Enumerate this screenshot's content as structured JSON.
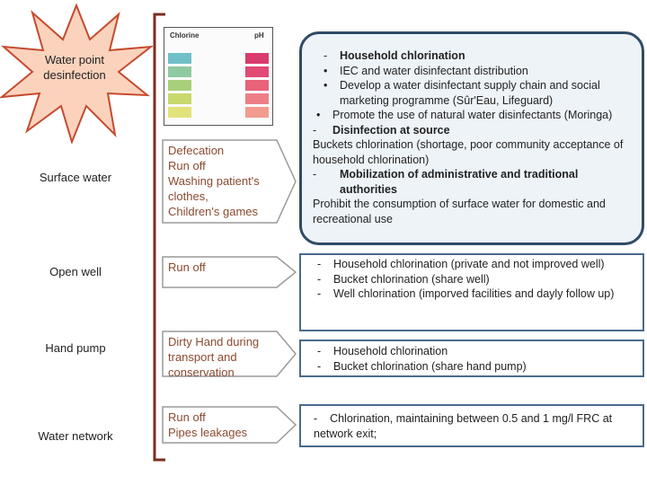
{
  "disinfection_label": "Water point desinfection",
  "sources": [
    "Surface water",
    "Open well",
    "Hand pump",
    "Water network"
  ],
  "test_kit": {
    "left_header": "Chlorine",
    "right_header": "pH",
    "swatches_left": [
      "#6fbfc8",
      "#8fc9a0",
      "#a8cf7a",
      "#c8d86c",
      "#e2e27a"
    ],
    "swatches_right": [
      "#d93b6e",
      "#e04a73",
      "#e8627a",
      "#ee7f86",
      "#f29c8f"
    ]
  },
  "causes": [
    {
      "text": "Defecation\nRun off\nWashing patient's\nclothes,\nChildren's games"
    },
    {
      "text": "Run off"
    },
    {
      "text": "Dirty Hand during\ntransport and\nconservation"
    },
    {
      "text": "Run off\nPipes leakages"
    }
  ],
  "panels": {
    "surface": {
      "l1": "Household chlorination",
      "l2": "IEC and water disinfectant distribution",
      "l3": "Develop a water disinfectant supply chain and social marketing programme (Sûr'Eau, Lifeguard)",
      "l4": "Promote the use of natural water disinfectants (Moringa)",
      "l5": "Disinfection at source",
      "l6": "Buckets chlorination (shortage, poor community acceptance of household chlorination)",
      "l7": "Mobilization of administrative and traditional authorities",
      "l8": "Prohibit the consumption of surface water for domestic and recreational use"
    },
    "open_well": {
      "l1": "Household chlorination (private and not improved well)",
      "l2": "Bucket chlorination (share well)",
      "l3": "Well chlorination (imporved facilities and dayly follow up)"
    },
    "hand_pump": {
      "l1": "Household chlorination",
      "l2": "Bucket chlorination (share hand pump)"
    },
    "network": {
      "l1": "Chlorination, maintaining between 0.5 and 1 mg/l FRC at network exit;"
    }
  }
}
